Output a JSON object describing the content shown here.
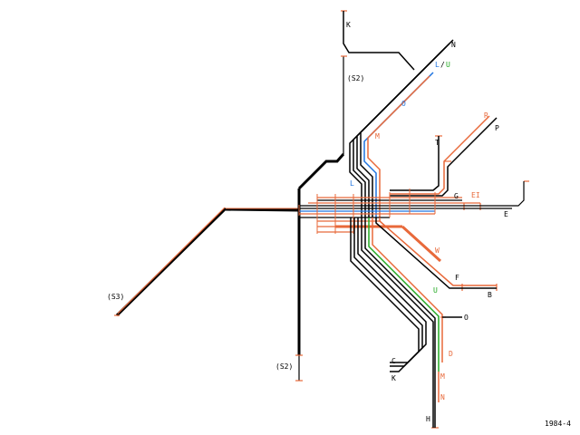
{
  "colors": {
    "black": "#000000",
    "orange": "#e8693a",
    "blue": "#1f74e0",
    "green": "#22aa22"
  },
  "labels": {
    "k_top": "K",
    "n": "N",
    "l": "L",
    "slash": "/",
    "u_top": "U",
    "s2_top": "(S2)",
    "o_blue": "O",
    "r": "R",
    "p": "P",
    "m_top": "M",
    "t": "T",
    "l_mid": "L",
    "g": "G",
    "ei": "EI",
    "e": "E",
    "w": "W",
    "f": "F",
    "u_mid": "U",
    "b": "B",
    "o_right": "O",
    "s3": "(S3)",
    "d": "D",
    "c": "C",
    "s2_bottom": "(S2)",
    "k_bottom": "K",
    "m_bottom": "M",
    "n_bottom": "N",
    "h": "H",
    "year": "1984-4"
  }
}
